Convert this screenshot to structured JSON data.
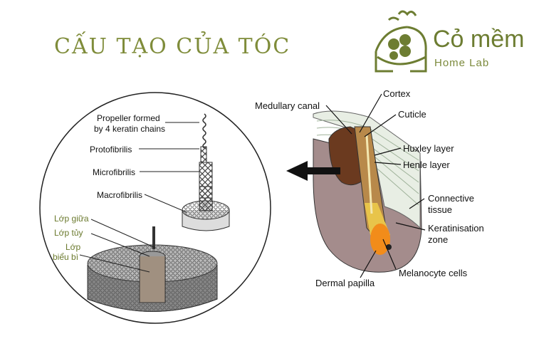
{
  "title": "CẤU TẠO CỦA TÓC",
  "brand": {
    "name": "Cỏ mềm",
    "tagline": "Home Lab"
  },
  "left_diagram": {
    "labels": {
      "propeller_line1": "Propeller formed",
      "propeller_line2": "by 4 keratin chains",
      "protofibrilis": "Protofibrilis",
      "microfibrilis": "Microfibrilis",
      "macrofibrilis": "Macrofibrilis",
      "lop_giua": "Lớp giữa",
      "lop_tuy": "Lớp tủy",
      "lop_bieu_bi_line1": "Lớp",
      "lop_bieu_bi_line2": "biểu bì"
    }
  },
  "right_diagram": {
    "labels": {
      "medullary_canal": "Medullary canal",
      "cortex": "Cortex",
      "cuticle": "Cuticle",
      "huxley_layer": "Huxley layer",
      "henle_layer": "Henle layer",
      "connective_line1": "Connective",
      "connective_line2": "tissue",
      "keratinisation_line1": "Keratinisation",
      "keratinisation_line2": "zone",
      "melanocyte_cells": "Melanocyte cells",
      "dermal_papilla": "Dermal papilla"
    }
  },
  "colors": {
    "title": "#7f8c3a",
    "brand": "#6d7d32",
    "papilla": "#f28c1a",
    "medulla": "#6b3a1f",
    "tissue": "#a48c8c"
  }
}
